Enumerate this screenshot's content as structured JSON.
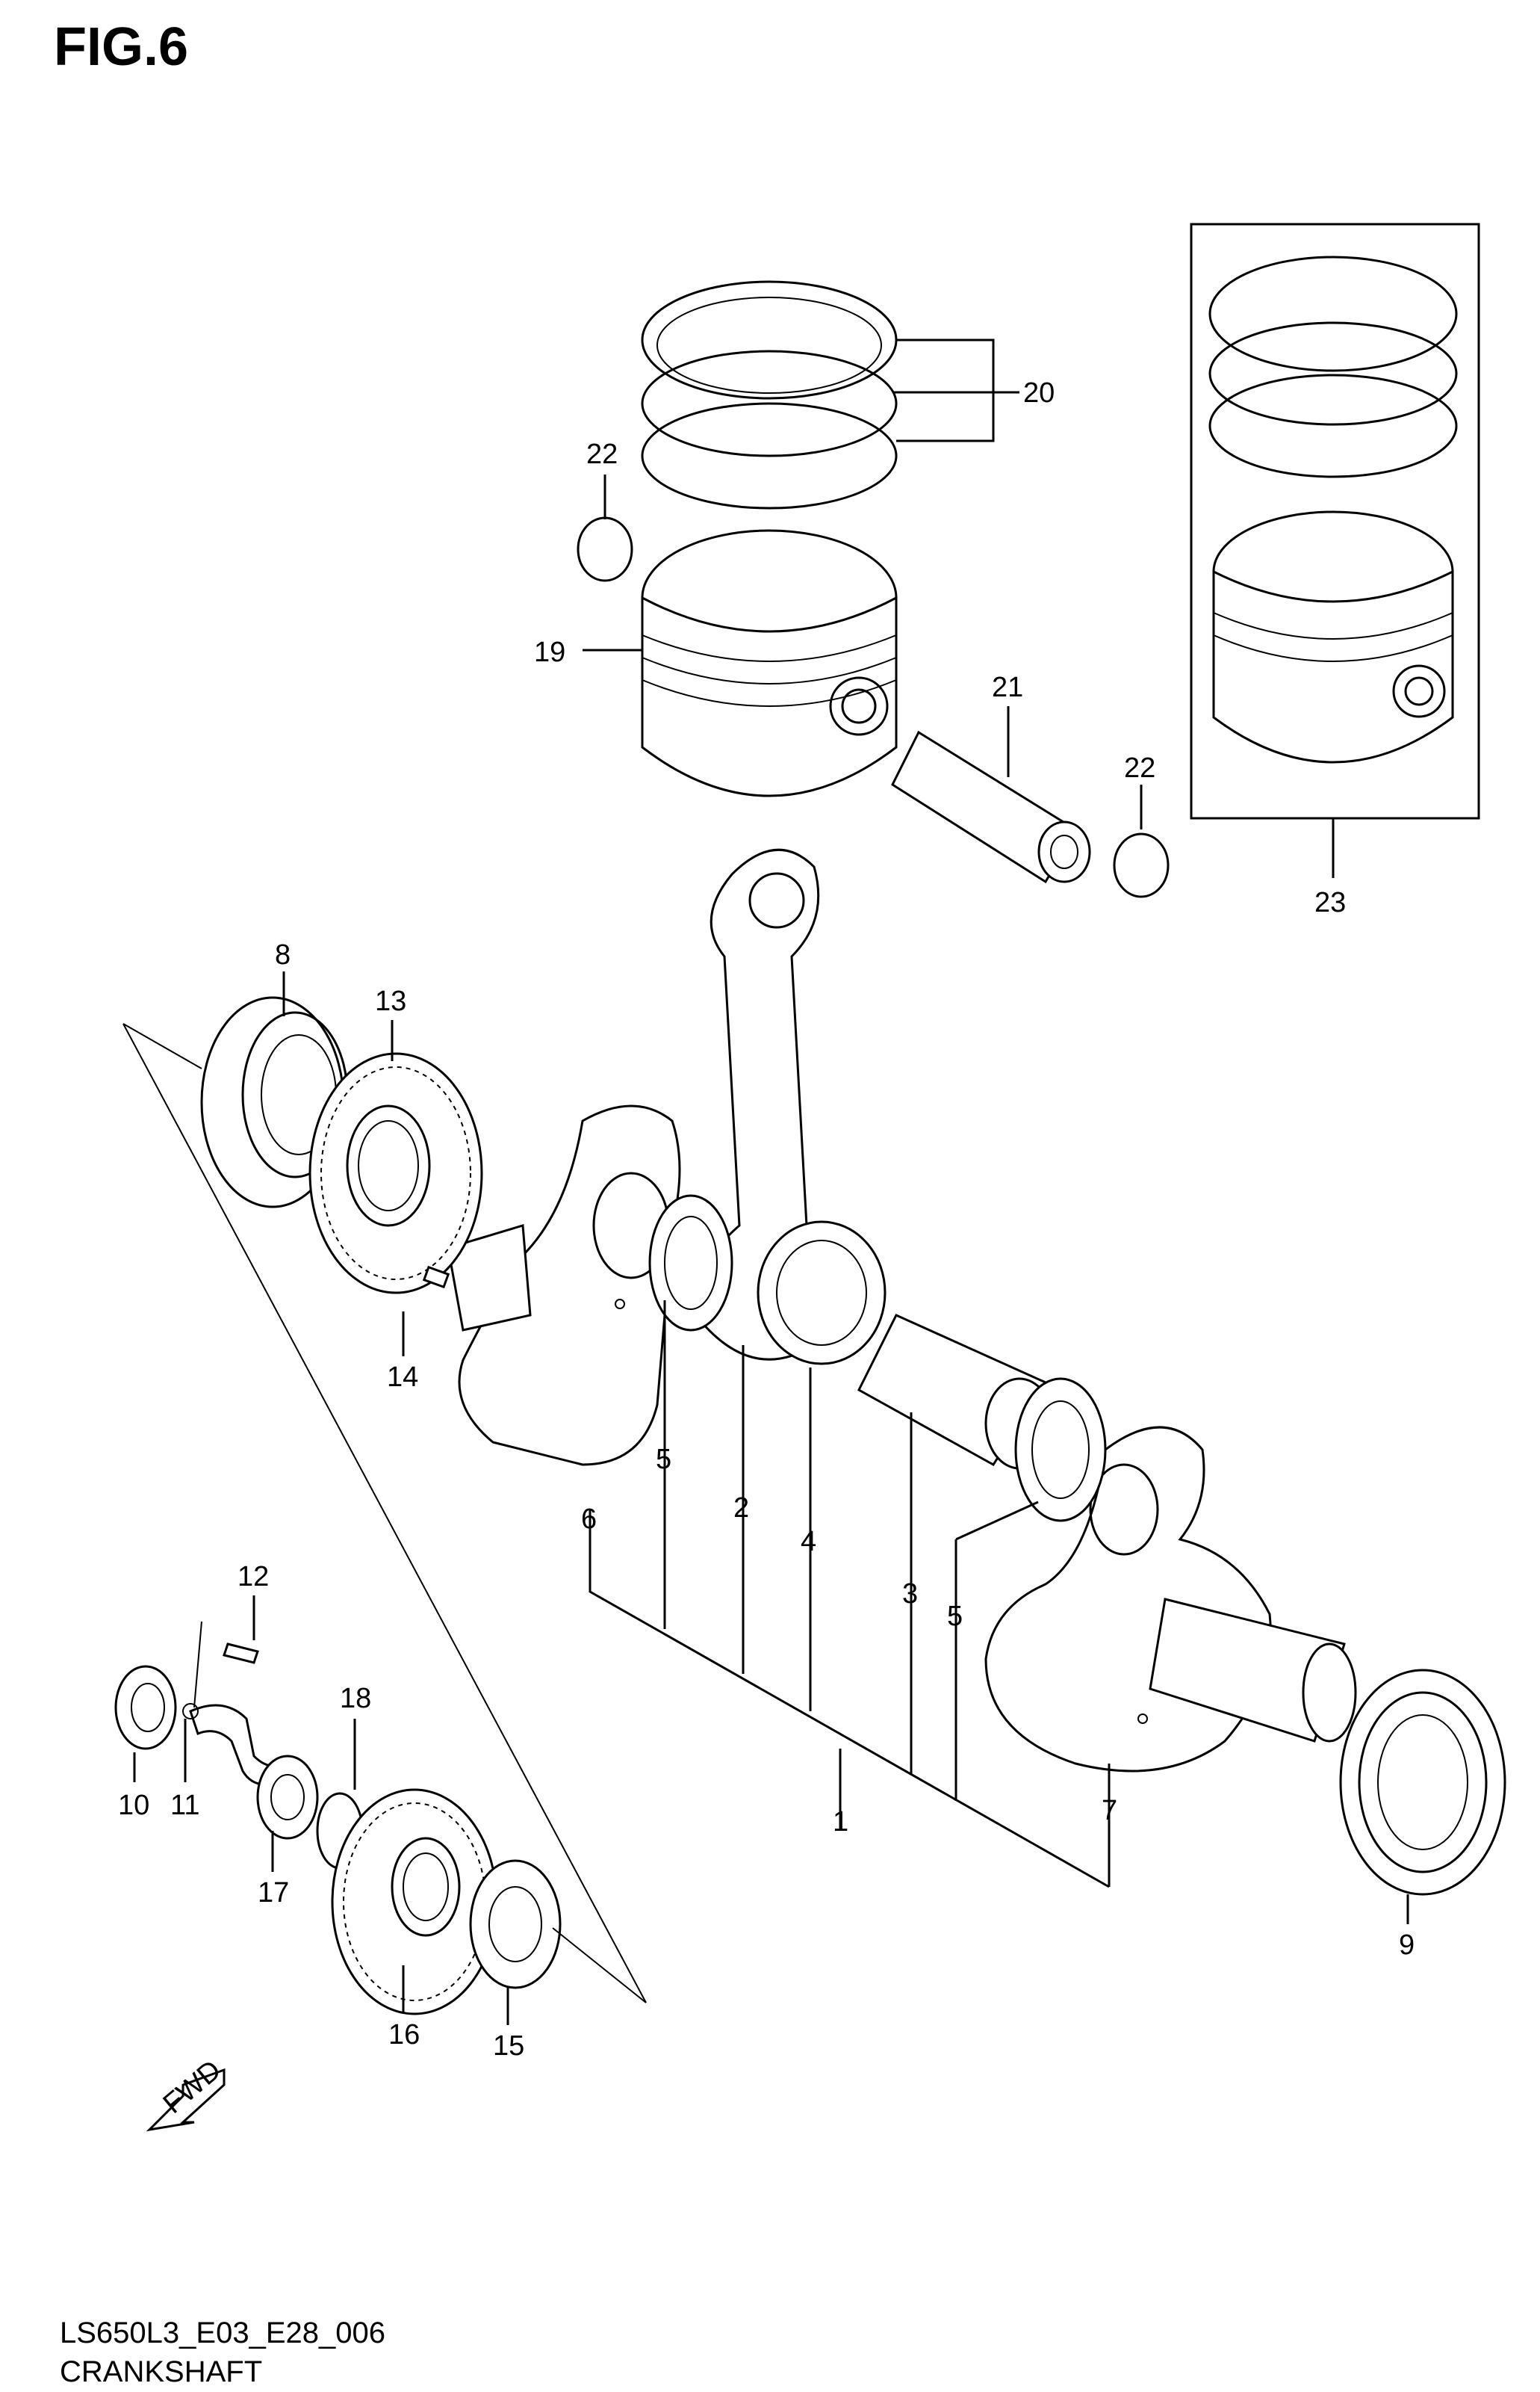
{
  "figure": {
    "title": "FIG.6"
  },
  "callouts": [
    "1",
    "2",
    "3",
    "4",
    "5",
    "5",
    "6",
    "7",
    "8",
    "9",
    "10",
    "11",
    "12",
    "13",
    "14",
    "15",
    "16",
    "17",
    "18",
    "19",
    "20",
    "21",
    "22",
    "22",
    "23"
  ],
  "fwd_label": "FWD",
  "footer": {
    "code": "LS650L3_E03_E28_006",
    "name": "CRANKSHAFT"
  }
}
